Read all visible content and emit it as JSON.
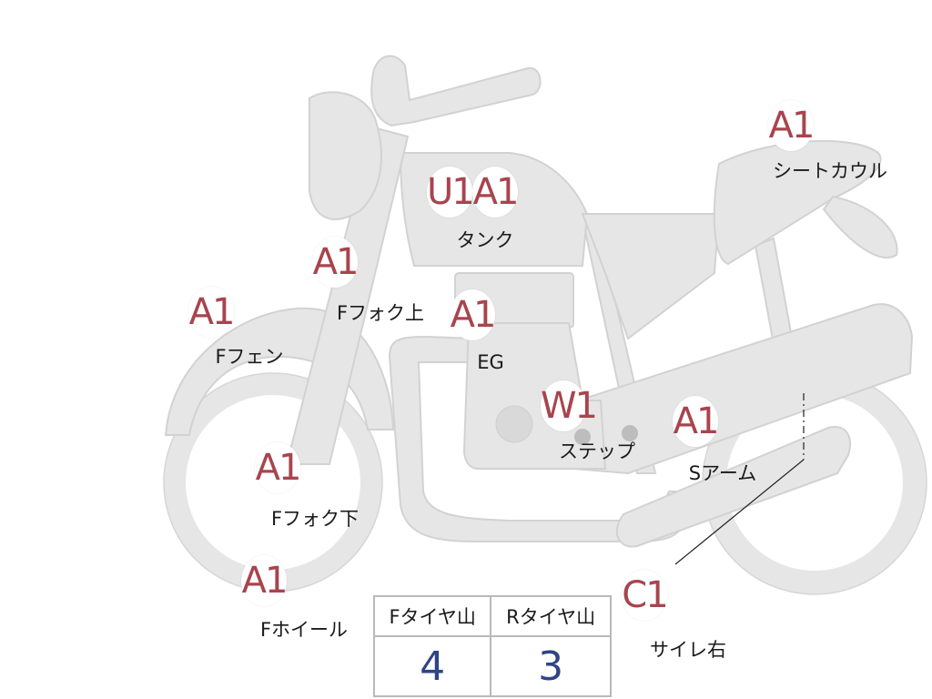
{
  "markers": [
    {
      "id": "seat-cowl",
      "codes": [
        "A1"
      ],
      "label": "シートカウル"
    },
    {
      "id": "tank",
      "codes": [
        "U1",
        "A1"
      ],
      "label": "タンク"
    },
    {
      "id": "fork-upper",
      "codes": [
        "A1"
      ],
      "label": "Fフォク上"
    },
    {
      "id": "front-fender",
      "codes": [
        "A1"
      ],
      "label": "Fフェン"
    },
    {
      "id": "engine",
      "codes": [
        "A1"
      ],
      "label": "EG"
    },
    {
      "id": "step",
      "codes": [
        "W1"
      ],
      "label": "ステップ"
    },
    {
      "id": "swing-arm",
      "codes": [
        "A1"
      ],
      "label": "Sアーム"
    },
    {
      "id": "fork-lower",
      "codes": [
        "A1"
      ],
      "label": "Fフォク下"
    },
    {
      "id": "front-wheel",
      "codes": [
        "A1"
      ],
      "label": "Fホイール"
    },
    {
      "id": "muffler-right",
      "codes": [
        "C1"
      ],
      "label": "サイレ右"
    }
  ],
  "tread_table": {
    "front_header": "Fタイヤ山",
    "rear_header": "Rタイヤ山",
    "front_value": "4",
    "rear_value": "3"
  },
  "colors": {
    "body": "#e6e6e6",
    "code_text": "#a8444e",
    "value_text": "#2e4486"
  }
}
